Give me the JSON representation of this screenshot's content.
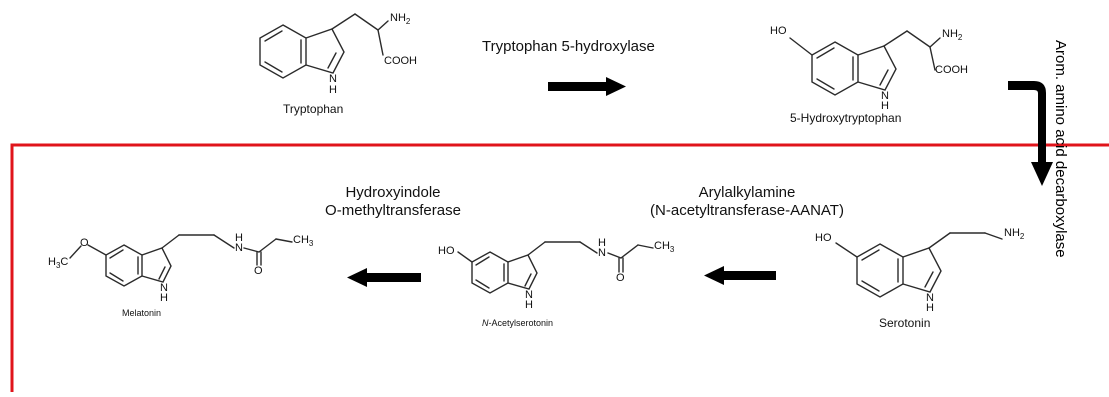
{
  "compounds": {
    "tryptophan": {
      "name": "Tryptophan",
      "amine": "NH",
      "amine_sub": "2",
      "acid": "COOH",
      "ring_n": "N",
      "ring_h": "H"
    },
    "hydroxytryptophan": {
      "name": "5-Hydroxytryptophan",
      "hydroxyl": "HO",
      "amine": "NH",
      "amine_sub": "2",
      "acid": "COOH",
      "ring_n": "N",
      "ring_h": "H"
    },
    "serotonin": {
      "name": "Serotonin",
      "hydroxyl": "HO",
      "amine": "NH",
      "amine_sub": "2",
      "ring_n": "N",
      "ring_h": "H"
    },
    "acetylserotonin": {
      "name_prefix": "N",
      "name_rest": "-Acetylserotonin",
      "hydroxyl": "HO",
      "amide_n": "N",
      "amide_h": "H",
      "carbonyl_o": "O",
      "methyl": "CH",
      "methyl_sub": "3",
      "ring_n": "N",
      "ring_h": "H"
    },
    "melatonin": {
      "name": "Melatonin",
      "methoxy_c": "H",
      "methoxy_sub": "3",
      "methoxy_c2": "C",
      "methoxy_o": "O",
      "amide_n": "N",
      "amide_h": "H",
      "carbonyl_o": "O",
      "methyl": "CH",
      "methyl_sub": "3",
      "ring_n": "N",
      "ring_h": "H"
    }
  },
  "enzymes": {
    "step1": "Tryptophan 5-hydroxylase",
    "step2": "Arom. amino acid decarboxylase",
    "step3_line1": "Arylalkylamine",
    "step3_line2": "(N-acetyltransferase-AANAT)",
    "step4_line1": "Hydroxyindole",
    "step4_line2": "O-methyltransferase"
  },
  "colors": {
    "highlight_box": "#e0141b",
    "arrow": "#000000",
    "bond": "#2b2b2b"
  }
}
